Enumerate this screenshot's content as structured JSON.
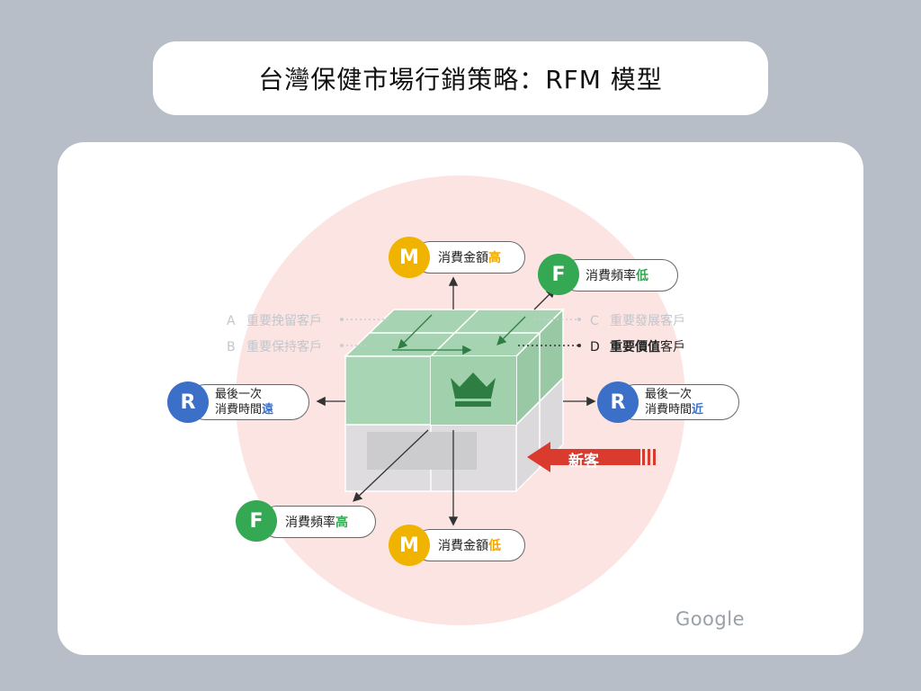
{
  "title": "台灣保健市場行銷策略：RFM 模型",
  "axes": {
    "m_high": {
      "letter": "M",
      "label": "消費金額",
      "level": "高"
    },
    "m_low": {
      "letter": "M",
      "label": "消費金額",
      "level": "低"
    },
    "f_low": {
      "letter": "F",
      "label": "消費頻率",
      "level": "低"
    },
    "f_high": {
      "letter": "F",
      "label": "消費頻率",
      "level": "高"
    },
    "r_far": {
      "letter": "R",
      "line1": "最後一次",
      "line2": "消費時間",
      "level": "遠"
    },
    "r_near": {
      "letter": "R",
      "line1": "最後一次",
      "line2": "消費時間",
      "level": "近"
    }
  },
  "segments": {
    "a": {
      "letter": "A",
      "label": "重要挽留客戶"
    },
    "b": {
      "letter": "B",
      "label": "重要保持客戶"
    },
    "c": {
      "letter": "C",
      "label": "重要發展客戶"
    },
    "d": {
      "letter": "D",
      "label_bold": "重要價值",
      "label_rest": "客戶"
    }
  },
  "new_customer_label": "新客",
  "brand": "Google",
  "colors": {
    "background": "#b8bec7",
    "circle_bg": "#fbe4e2",
    "cube_green": "#a8d5b3",
    "cube_gray": "#dcdcdc",
    "m_yellow": "#f0b400",
    "f_green": "#34a853",
    "r_blue": "#3c6fc7",
    "new_red": "#db3b2f",
    "crown": "#2e7d43"
  },
  "icons": [
    "crown-icon",
    "arrow-left-icon"
  ]
}
